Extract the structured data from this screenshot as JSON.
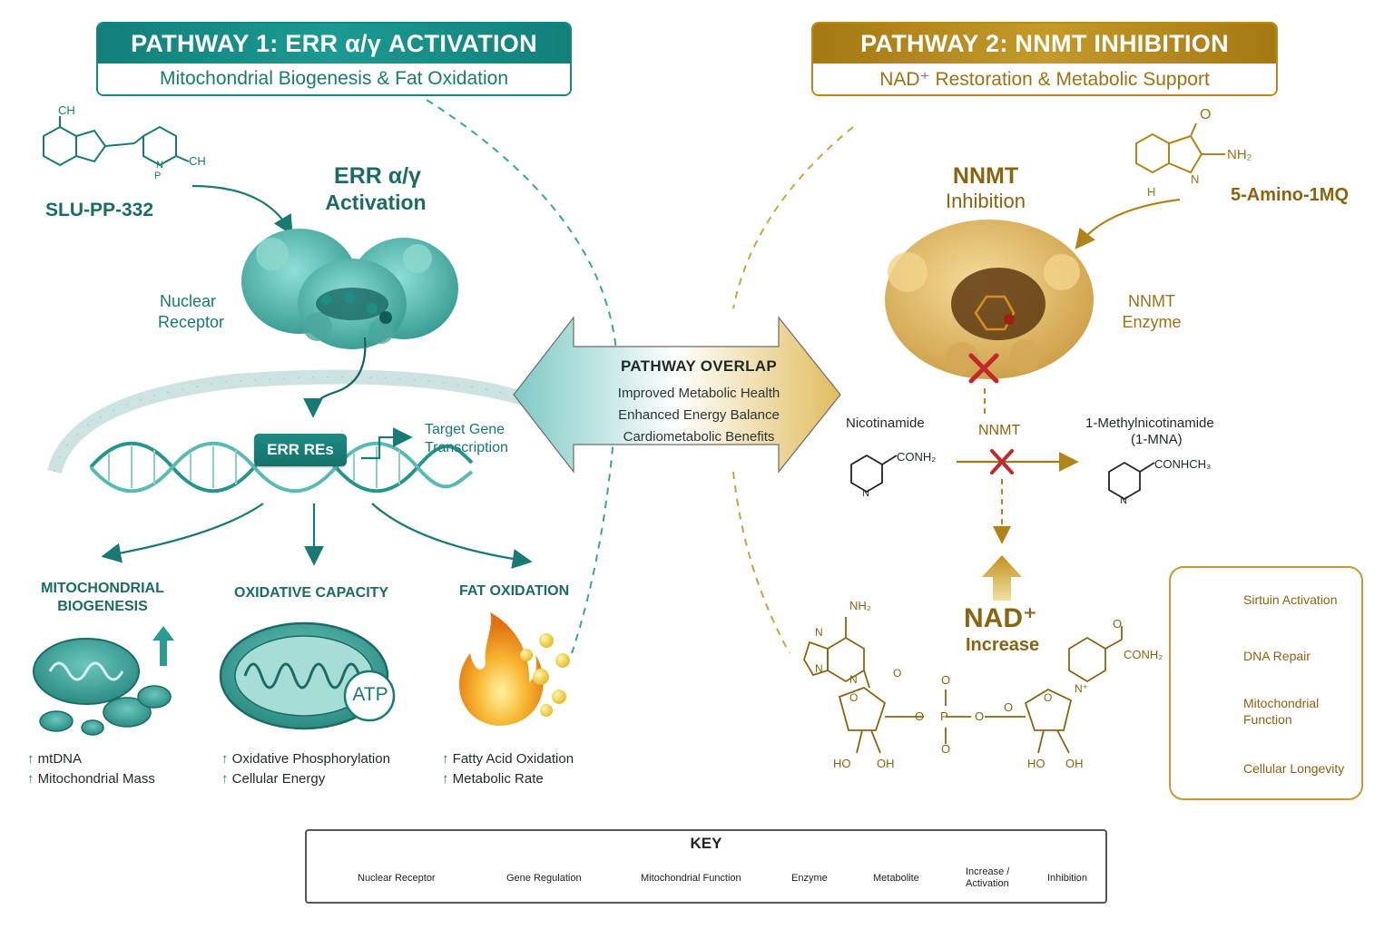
{
  "pathway1": {
    "title": "PATHWAY 1: ERR α/γ ACTIVATION",
    "subtitle": "Mitochondrial Biogenesis & Fat Oxidation",
    "compound": "SLU-PP-332",
    "compound_atoms": {
      "ch_top": "CH",
      "ch_right": "CH",
      "n_label": "N",
      "p_label": "P"
    },
    "activation_label": "ERR α/γ\nActivation",
    "activation_line1": "ERR α/γ",
    "activation_line2": "Activation",
    "receptor_label_1": "Nuclear",
    "receptor_label_2": "Receptor",
    "err_res": "ERR REs",
    "target_gene_1": "Target Gene",
    "target_gene_2": "Transcription",
    "outcomes": [
      {
        "title_1": "MITOCHONDRIAL",
        "title_2": "BIOGENESIS",
        "bullets": [
          "mtDNA",
          "Mitochondrial Mass"
        ]
      },
      {
        "title_1": "OXIDATIVE CAPACITY",
        "title_2": "",
        "bullets": [
          "Oxidative Phosphorylation",
          "Cellular Energy"
        ],
        "badge": "ATP"
      },
      {
        "title_1": "FAT OXIDATION",
        "title_2": "",
        "bullets": [
          "Fatty Acid Oxidation",
          "Metabolic Rate"
        ]
      }
    ]
  },
  "pathway2": {
    "title": "PATHWAY 2: NNMT INHIBITION",
    "subtitle": "NAD⁺ Restoration & Metabolic Support",
    "compound": "5-Amino-1MQ",
    "compound_atoms": {
      "o": "O",
      "nh2": "NH₂",
      "n": "N",
      "nh": "H"
    },
    "inhibition_line1": "NNMT",
    "inhibition_line2": "Inhibition",
    "enzyme_label_1": "NNMT",
    "enzyme_label_2": "Enzyme",
    "reaction": {
      "substrate": "Nicotinamide",
      "substrate_group": "CONH₂",
      "enzyme": "NNMT",
      "product_1": "1-Methylnicotinamide",
      "product_2": "(1-MNA)",
      "product_group": "CONHCH₃",
      "ring_n": "N"
    },
    "nad_label": "NAD⁺",
    "nad_sub": "Increase",
    "nad_atoms": {
      "nh2": "NH₂",
      "n": "N",
      "o": "O",
      "p": "P",
      "conh2": "CONH₂",
      "oh": "OH",
      "ho": "HO",
      "nplus": "N⁺"
    },
    "benefits": [
      "Sirtuin Activation",
      "DNA Repair",
      "Mitochondrial Function",
      "Cellular Longevity"
    ]
  },
  "overlap": {
    "title": "PATHWAY OVERLAP",
    "lines": [
      "Improved Metabolic Health",
      "Enhanced Energy Balance",
      "Cardiometabolic Benefits"
    ]
  },
  "key": {
    "title": "KEY",
    "items": [
      {
        "icon": "nuclear-receptor-icon",
        "label": "Nuclear Receptor"
      },
      {
        "icon": "dna-icon",
        "label": "Gene Regulation"
      },
      {
        "icon": "mitochondrion-icon",
        "label": "Mitochondrial Function"
      },
      {
        "icon": "enzyme-icon",
        "label": "Enzyme"
      },
      {
        "icon": "metabolite-icon",
        "label": "Metabolite"
      },
      {
        "icon": "increase-arrow-icon",
        "label": "Increase /\nActivation",
        "label_1": "Increase /",
        "label_2": "Activation"
      },
      {
        "icon": "inhibition-x-icon",
        "label": "Inhibition"
      }
    ]
  },
  "colors": {
    "teal": "#187a72",
    "gold": "#b08418",
    "inhibit": "#c0282a"
  }
}
